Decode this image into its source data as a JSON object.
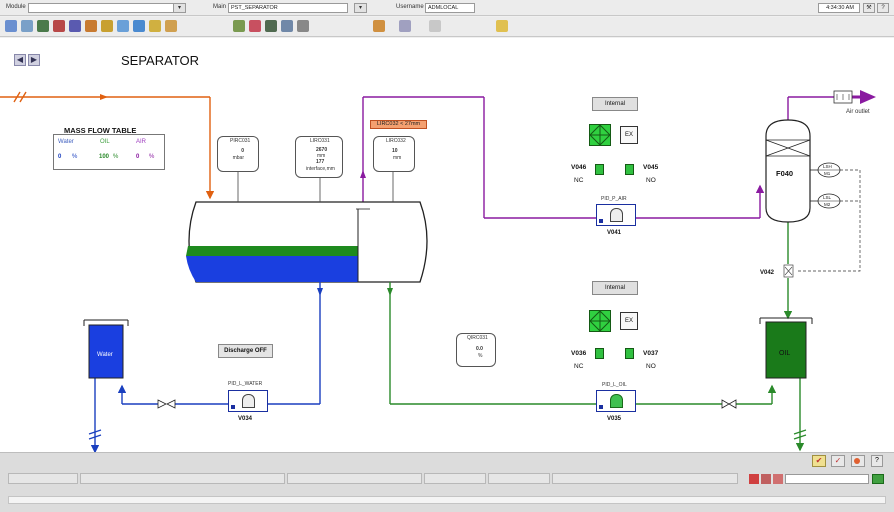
{
  "topbar": {
    "module_label": "Module",
    "main_label": "Main",
    "main_value": "PST_SEPARATOR",
    "username_label": "Username",
    "username_value": "ADMLOCAL",
    "time": "4:34:30 AM",
    "help": "?"
  },
  "page": {
    "title": "SEPARATOR"
  },
  "mass_flow_table": {
    "title": "MASS FLOW TABLE",
    "columns": [
      "Water",
      "OIL",
      "AIR"
    ],
    "values": [
      "0",
      "100",
      "0"
    ],
    "unit": "%"
  },
  "instruments": {
    "pirc031": {
      "tag": "PIRC031",
      "value": "0",
      "unit": "mbar"
    },
    "lirc031": {
      "tag": "LIRC031",
      "lines": [
        "2670",
        "mm",
        "177"
      ],
      "unit": "interface,mm"
    },
    "lirc032": {
      "tag": "LIRC032",
      "value": "10",
      "unit": "mm"
    },
    "qirc031": {
      "tag": "QIRC031",
      "value": "0.0",
      "unit": "%"
    },
    "alarm_label": "LIRC032 < 27mm"
  },
  "air_branch": {
    "mode": "Internal",
    "ex": "EX",
    "v046": {
      "tag": "V046",
      "state": "NC"
    },
    "v045": {
      "tag": "V045",
      "state": "NO"
    },
    "controller": {
      "name": "PID_P_AIR",
      "valve": "V041"
    }
  },
  "oil_branch": {
    "mode": "Internal",
    "ex": "EX",
    "v036": {
      "tag": "V036",
      "state": "NC"
    },
    "v037": {
      "tag": "V037",
      "state": "NO"
    },
    "controller": {
      "name": "PID_L_OIL",
      "valve": "V035"
    }
  },
  "water_branch": {
    "controller": {
      "name": "PID_L_WATER",
      "valve": "V034"
    },
    "tank_label": "Water"
  },
  "discharge_button": "Discharge OFF",
  "f040": {
    "label": "F040",
    "lsh": "LSH",
    "lsl": "LSL",
    "m1": "M1",
    "m2": "M2"
  },
  "v042": {
    "tag": "V042"
  },
  "oil_tank_label": "OIL",
  "air_outlet": "Air outlet",
  "colors": {
    "water": "#1a3fe0",
    "oil": "#1e8a1e",
    "feed": "#e06010",
    "air": "#8a1aa0",
    "pipe_water": "#1a3fbf",
    "pipe_oil": "#2a8a2a"
  },
  "icons": [
    "save-icon",
    "print-icon",
    "chart-icon",
    "trend-icon",
    "alarm-icon",
    "user-icon",
    "folder-icon",
    "settings-icon",
    "bell-icon"
  ]
}
